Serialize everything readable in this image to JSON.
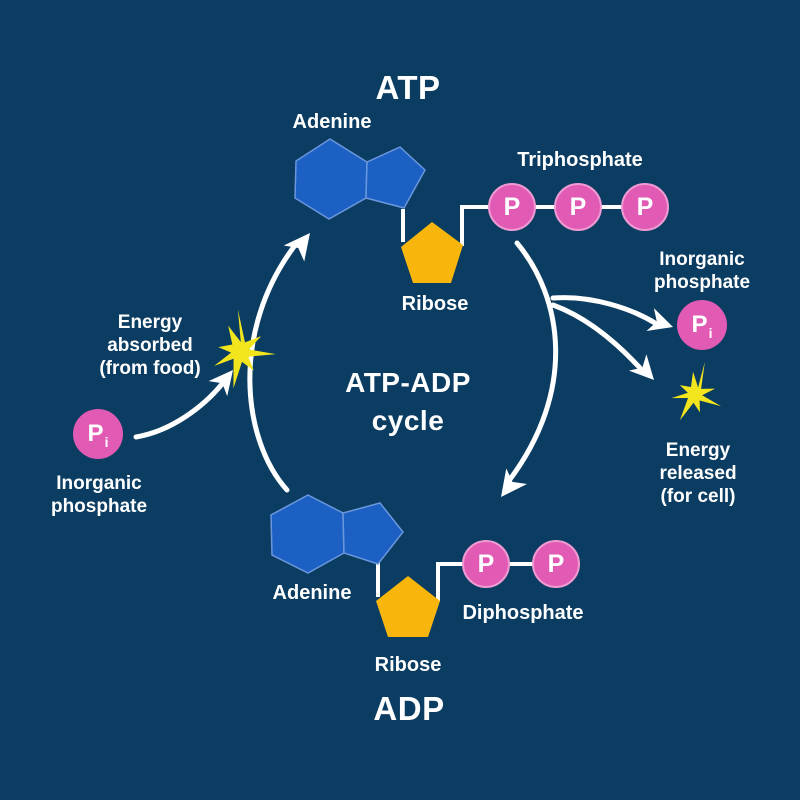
{
  "cycle": {
    "title": "ATP-ADP\ncycle"
  },
  "atp": {
    "heading": "ATP",
    "adenine_label": "Adenine",
    "ribose_label": "Ribose",
    "chain_label": "Triphosphate",
    "phosphates": [
      "P",
      "P",
      "P"
    ]
  },
  "adp": {
    "heading": "ADP",
    "adenine_label": "Adenine",
    "ribose_label": "Ribose",
    "chain_label": "Diphosphate",
    "phosphates": [
      "P",
      "P"
    ]
  },
  "input_side": {
    "energy_note": "Energy\nabsorbed\n(from food)",
    "phosphate_symbol": "P",
    "phosphate_subscript": "i",
    "phosphate_label": "Inorganic\nphosphate"
  },
  "output_side": {
    "phosphate_label": "Inorganic\nphosphate",
    "phosphate_symbol": "P",
    "phosphate_subscript": "i",
    "energy_note": "Energy\nreleased\n(for cell)"
  },
  "colors": {
    "background": "#0b3c62",
    "adenine_blue": "#1c60c4",
    "adenine_outline": "#6a97dc",
    "ribose_orange": "#f8b50b",
    "phosphate_pink": "#e15ab4",
    "phosphate_outline": "#ef9ad2",
    "energy_yellow": "#f2e51d",
    "arrow_white": "#ffffff"
  }
}
